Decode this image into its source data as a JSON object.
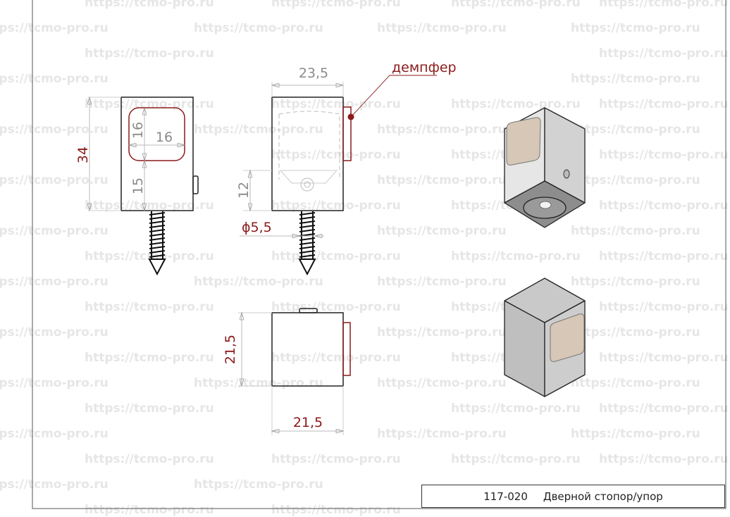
{
  "watermark": "https://tcmo-pro.ru",
  "dimensions": {
    "front_height": "34",
    "pad_height": "16",
    "pad_width": "16",
    "lower_height": "15",
    "side_width": "23,5",
    "screw_height": "12",
    "screw_diameter": "ϕ5,5",
    "bottom_height": "21,5",
    "bottom_width": "21,5"
  },
  "labels": {
    "damper": "демпфер"
  },
  "title_block": {
    "code": "117-020",
    "name": "Дверной стопор/упор"
  },
  "colors": {
    "accent_red": "#8b1a1a",
    "dim_gray": "#8a8a8a",
    "pad_beige": "#d6c7b6"
  }
}
